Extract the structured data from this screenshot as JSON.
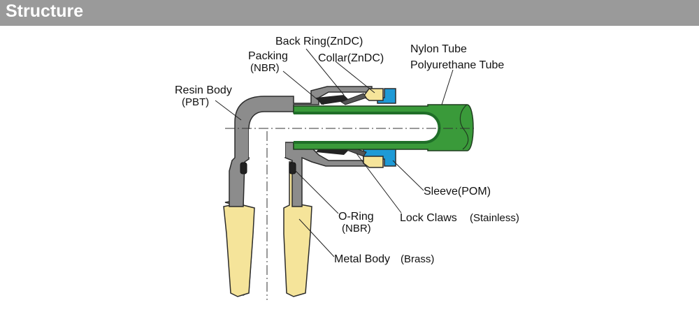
{
  "header": {
    "title": "Structure"
  },
  "colors": {
    "header_bg": "#9a9a9a",
    "resin_body": "#8c8c8c",
    "metal_body": "#f5e49a",
    "tube": "#3a9a3a",
    "tube_dark": "#1f6e28",
    "sleeve": "#1e9ad6",
    "collar": "#f5e49a",
    "packing": "#222222"
  },
  "labels": {
    "back_ring": "Back Ring(ZnDC)",
    "packing_name": "Packing",
    "packing_material": "(NBR)",
    "collar": "Collar(ZnDC)",
    "nylon_tube": "Nylon Tube",
    "polyurethane_tube": "Polyurethane Tube",
    "resin_body_name": "Resin Body",
    "resin_body_material": "(PBT)",
    "sleeve": "Sleeve(POM)",
    "lock_claws_name": "Lock Claws",
    "lock_claws_material": "(Stainless)",
    "oring_name": "O-Ring",
    "oring_material": "(NBR)",
    "metal_body_name": "Metal Body",
    "metal_body_material": "(Brass)"
  }
}
